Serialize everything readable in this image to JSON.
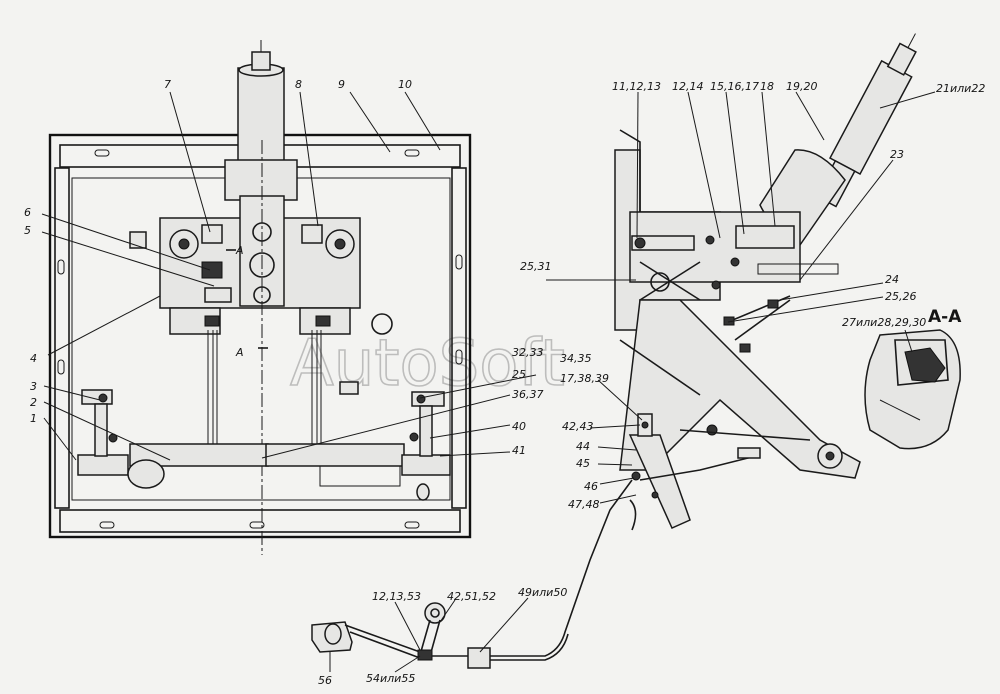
{
  "watermark": "AutoSoft",
  "section_label": "A-A",
  "section_marks": [
    "A",
    "A"
  ],
  "callouts": {
    "c1": "1",
    "c2": "2",
    "c3": "3",
    "c4": "4",
    "c5": "5",
    "c6": "6",
    "c7": "7",
    "c8": "8",
    "c9": "9",
    "c10": "10",
    "c11": "11,12,13",
    "c12": "12,14",
    "c15": "15,16,17",
    "c18": "18",
    "c19": "19,20",
    "c21": "21или22",
    "c23": "23",
    "c24": "24",
    "c25_26": "25,26",
    "c25_31": "25,31",
    "c27": "27или28,29,30",
    "c32": "32,33",
    "c34": "34,35",
    "c25": "25",
    "c36": "36,37",
    "c17b": "17,38,39",
    "c40": "40",
    "c41": "41",
    "c42": "42,43",
    "c44": "44",
    "c45": "45",
    "c46": "46",
    "c47": "47,48",
    "c12b": "12,13,53",
    "c42b": "42,51,52",
    "c49": "49или50",
    "c54": "54или55",
    "c56": "56"
  }
}
